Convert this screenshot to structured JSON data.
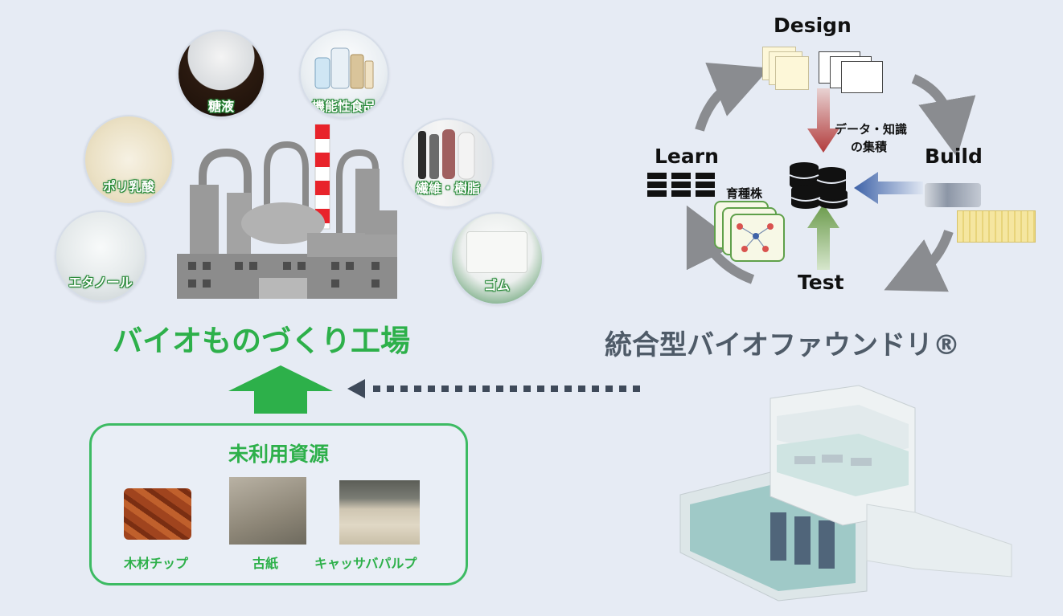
{
  "products": [
    {
      "label": "糖液"
    },
    {
      "label": "機能性食品"
    },
    {
      "label": "ポリ乳酸"
    },
    {
      "label": "繊維・樹脂"
    },
    {
      "label": "エタノール"
    },
    {
      "label": "ゴム"
    }
  ],
  "factory_title": "バイオものづくり工場",
  "foundry_title": "統合型バイオファウンドリ®",
  "cycle": {
    "design": "Design",
    "build": "Build",
    "test": "Test",
    "learn": "Learn",
    "center_label_line1": "データ・知識",
    "center_label_line2": "の集積",
    "breeding_strain": "育種株"
  },
  "resources": {
    "title": "未利用資源",
    "items": [
      {
        "label": "木材チップ"
      },
      {
        "label": "古紙"
      },
      {
        "label": "キャッサバパルプ"
      }
    ]
  },
  "colors": {
    "accent_green": "#2db04a",
    "title_gray": "#4f5b68",
    "background": "#e6ebf4",
    "arrow_dark": "#3f4a5a"
  }
}
